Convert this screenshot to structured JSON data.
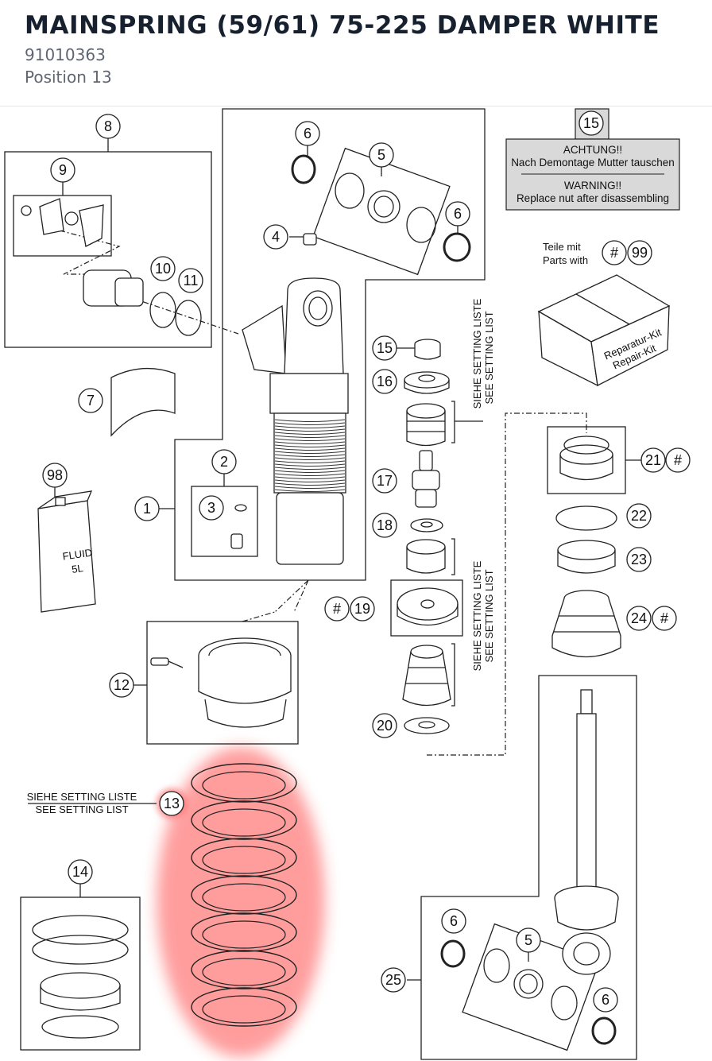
{
  "header": {
    "title": "MAINSPRING (59/61) 75-225 DAMPER WHITE",
    "part_number": "91010363",
    "position": "Position 13"
  },
  "diagram": {
    "warning_box": {
      "line1": "ACHTUNG!!",
      "line2": "Nach Demontage Mutter tauschen",
      "line3": "WARNING!!",
      "line4": "Replace nut after disassembling"
    },
    "parts_with": {
      "de": "Teile mit",
      "en": "Parts with"
    },
    "repair_kit": {
      "de": "Reparatur-Kit",
      "en": "Repair-Kit"
    },
    "setting_list": {
      "de": "SIEHE SETTING LISTE",
      "en": "SEE SETTING LIST"
    },
    "fluid_can": {
      "line1": "FLUID",
      "line2": "5L"
    },
    "highlight_color": "#ff6b6b",
    "callouts": {
      "c1": "1",
      "c2": "2",
      "c3": "3",
      "c4": "4",
      "c5a": "5",
      "c5b": "5",
      "c6a": "6",
      "c6b": "6",
      "c6c": "6",
      "c6d": "6",
      "c7": "7",
      "c8": "8",
      "c9": "9",
      "c10": "10",
      "c11": "11",
      "c12": "12",
      "c13": "13",
      "c14": "14",
      "c15a": "15",
      "c15b": "15",
      "c16": "16",
      "c17": "17",
      "c18": "18",
      "c19": "19",
      "c20": "20",
      "c21": "21",
      "c22": "22",
      "c23": "23",
      "c24": "24",
      "c25": "25",
      "c98": "98",
      "c99": "99",
      "hash": "#"
    }
  }
}
